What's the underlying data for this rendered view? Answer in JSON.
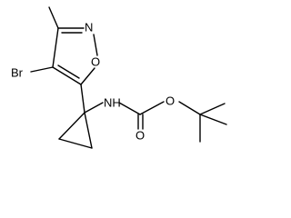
{
  "molecule": {
    "atoms": {
      "bromine": "Br",
      "ring_nitrogen": "N",
      "ring_oxygen": "O",
      "amine": "NH",
      "ester_oxygen": "O",
      "carbonyl_oxygen": "O"
    },
    "colors": {
      "bond": "#000000",
      "text": "#000000",
      "background": "#ffffff"
    }
  }
}
